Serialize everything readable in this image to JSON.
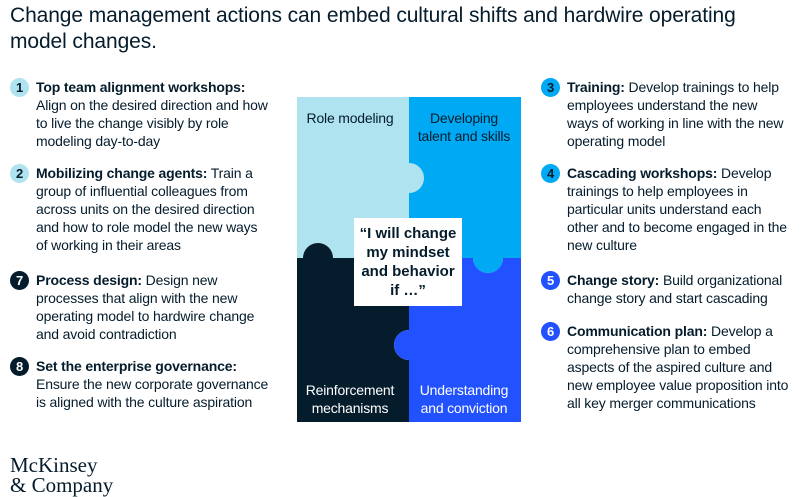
{
  "title": "Change management actions can embed cultural shifts and hardwire operating model changes.",
  "colors": {
    "light_blue": "#afe3f0",
    "cyan": "#00a9f4",
    "navy": "#051c2c",
    "blue": "#2251ff"
  },
  "left_items": [
    {
      "num": "1",
      "head": "Top team alignment workshops:",
      "desc": "Align on the desired direction and how to live the change visibly by role modeling day-to-day"
    },
    {
      "num": "2",
      "head": "Mobilizing change agents:",
      "desc": "Train a group of influential colleagues from across units on the desired direction and how to role model the new ways of working in their areas"
    },
    {
      "num": "7",
      "head": "Process design:",
      "desc": "Design new processes that align with the new operating model to hardwire change and avoid contradiction"
    },
    {
      "num": "8",
      "head": "Set the enterprise governance:",
      "desc": "Ensure the new corporate governance is aligned with the culture aspiration"
    }
  ],
  "right_items": [
    {
      "num": "3",
      "head": "Training:",
      "desc": "Develop trainings to help employees understand the new ways of working in line with the new operating model"
    },
    {
      "num": "4",
      "head": "Cascading workshops:",
      "desc": "Develop trainings to help employees in particular units understand each other and to become engaged in the new culture"
    },
    {
      "num": "5",
      "head": "Change story:",
      "desc": "Build organizational change story and start cascading"
    },
    {
      "num": "6",
      "head": "Communication plan:",
      "desc": "Develop a comprehensive plan to embed aspects of the aspired culture and new employee value proposition into all key merger communications"
    }
  ],
  "puzzle": {
    "top_left": "Role modeling",
    "top_right": "Developing talent and skills",
    "bottom_left": "Reinforcement mechanisms",
    "bottom_right": "Understanding and conviction"
  },
  "quote": "“I will change my mindset and behavior if …”",
  "logo_line1": "McKinsey",
  "logo_line2": "& Company"
}
